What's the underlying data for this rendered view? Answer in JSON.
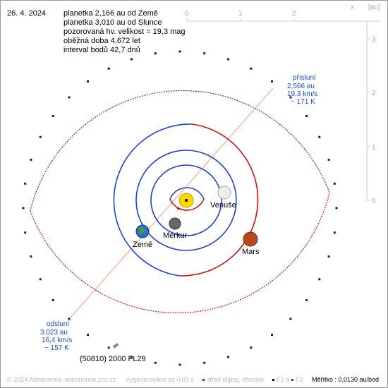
{
  "info": {
    "date": "26. 4. 2024",
    "lines": [
      "planetka 2,166 au od Země",
      "planetka 3,010 au od Slunce",
      "pozorovaná hv. velikost = 19,3 mag",
      "oběžná doba 4,672 let",
      "interval bodů 42,7 dnů"
    ]
  },
  "axes": {
    "x_ticks": [
      "0",
      "1",
      "2"
    ],
    "x_label": "x",
    "y_ticks": [
      "3",
      "2",
      "1",
      "0"
    ],
    "unit": "[au]"
  },
  "perihelion": {
    "title": "přísluní",
    "lines": [
      "2,566 au",
      "19,3 km/s",
      "~ 171 K"
    ]
  },
  "aphelion": {
    "title": "odsluní",
    "lines": [
      "3,023 au",
      "16,4 km/s",
      "~ 157 K"
    ]
  },
  "bodies": {
    "venus": "Venuše",
    "mercury": "Merkur",
    "earth": "Země",
    "mars": "Mars",
    "asteroid": "(50810) 2000 FL29"
  },
  "footer": {
    "copyright": "© 2024 Astronomia, astronomia.zcu.cz",
    "generated": "Vygenerováno za 0,09 s",
    "legend_center": "střed elipsy, ohnisko",
    "legend_f1": "F1 a",
    "legend_f2": "F2",
    "scale": "Měřítko : 0,0130 au/bod"
  },
  "colors": {
    "blue_orbit": "#1c3fd9",
    "red_orbit": "#cc1111",
    "apsides_line": "#f2a080",
    "axes": "#cfcfcf"
  }
}
